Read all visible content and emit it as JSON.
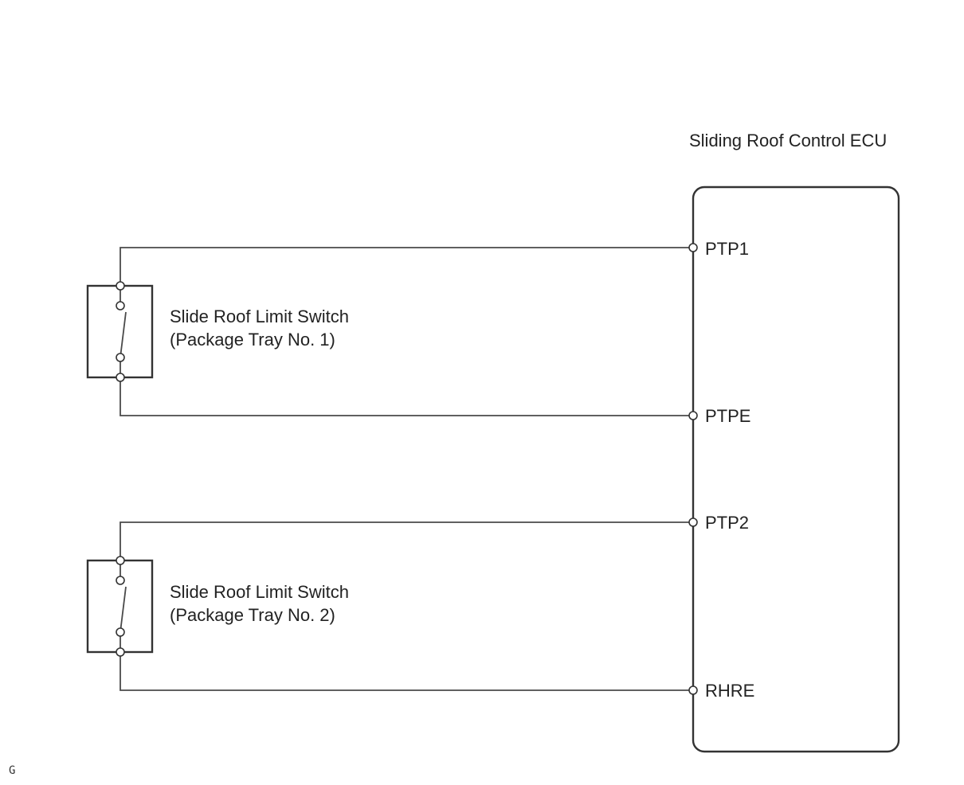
{
  "ecu": {
    "title": "Sliding Roof Control ECU",
    "pins": {
      "ptp1": "PTP1",
      "ptpe": "PTPE",
      "ptp2": "PTP2",
      "rhre": "RHRE"
    }
  },
  "switches": [
    {
      "line1": "Slide Roof Limit Switch",
      "line2": "(Package Tray No. 1)"
    },
    {
      "line1": "Slide Roof Limit Switch",
      "line2": "(Package Tray No. 2)"
    }
  ],
  "corner_tag": "G"
}
